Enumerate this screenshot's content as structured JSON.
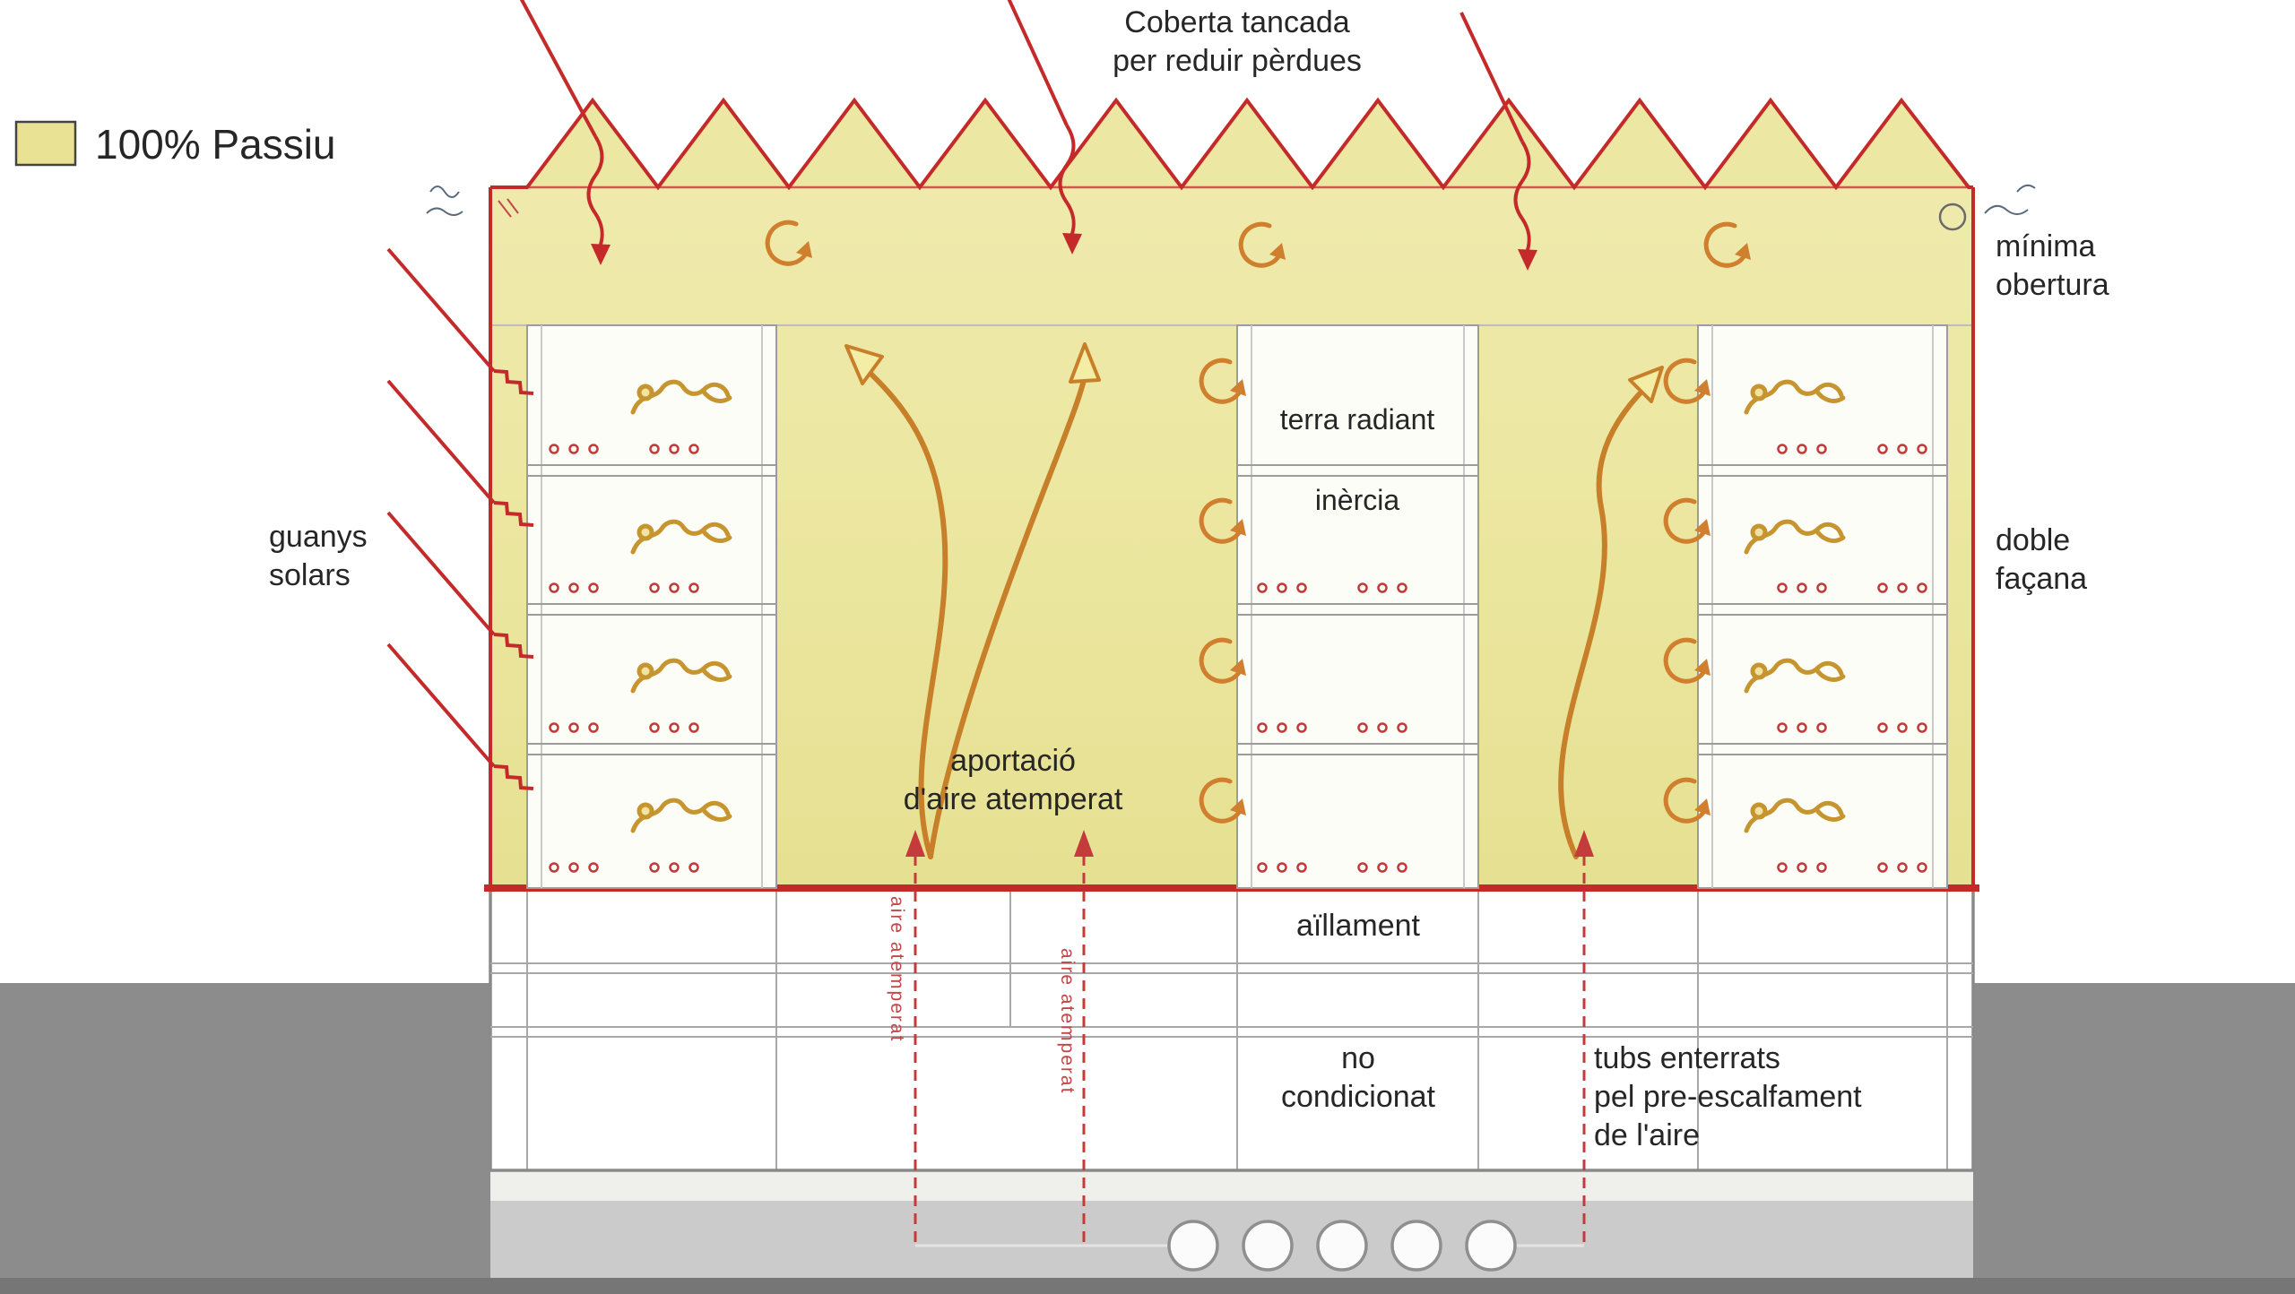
{
  "legend": {
    "label": "100% Passiu"
  },
  "roof_note": {
    "line1": "Coberta tancada",
    "line2": "per reduir pèrdues"
  },
  "labels": {
    "minima_obertura": {
      "line1": "mínima",
      "line2": "obertura"
    },
    "guanys_solars": {
      "line1": "guanys",
      "line2": "solars"
    },
    "doble_facana": {
      "line1": "doble",
      "line2": "façana"
    },
    "terra_radiant": "terra radiant",
    "inercia": "inèrcia",
    "aportacio": {
      "line1": "aportació",
      "line2": "d'aire atemperat"
    },
    "aillament": "aïllament",
    "no_condicionat": {
      "line1": "no",
      "line2": "condicionat"
    },
    "tubs_enterrats": {
      "line1": "tubs enterrats",
      "line2": "pel pre-escalfament",
      "line3": "de l'aire"
    },
    "duct_left": "aire atemperat",
    "duct_right": "aire atemperat"
  },
  "colors": {
    "passive_fill": "#ece7a2",
    "legend_swatch": "#e9e294",
    "structure_red": "#c42a2a",
    "airflow_orange": "#c87f2a",
    "sketch_yellow": "#c6952f",
    "ground_gray": "#8c8c8c"
  }
}
